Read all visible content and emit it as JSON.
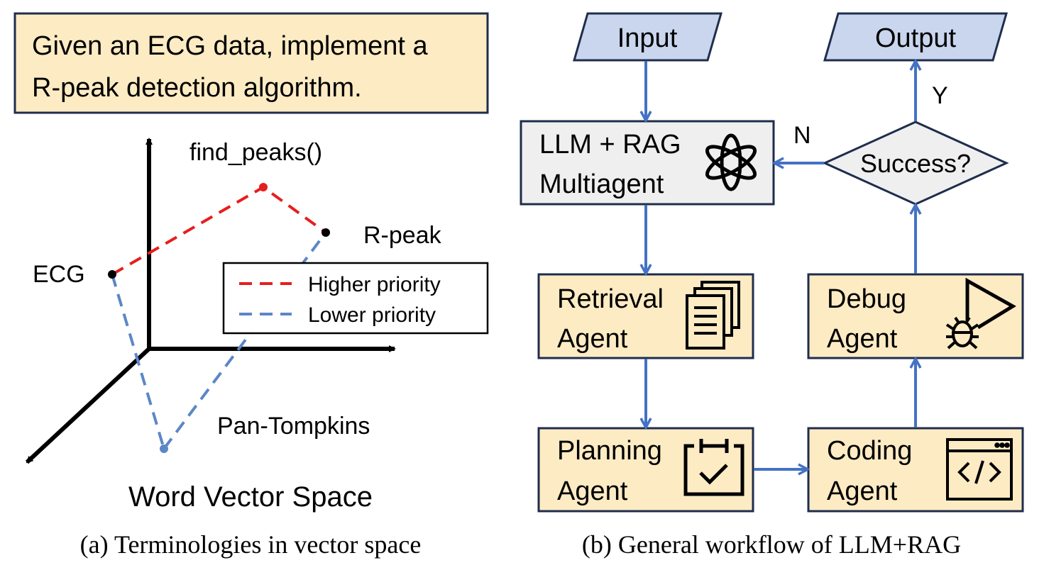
{
  "panel_a": {
    "task_text_line1": "Given an ECG data, implement a",
    "task_text_line2": "R-peak detection algorithm.",
    "points": {
      "find_peaks": "find_peaks()",
      "r_peak": "R-peak",
      "ecg": "ECG",
      "pan_tompkins": "Pan-Tompkins"
    },
    "legend": {
      "higher": "Higher priority",
      "lower": "Lower priority"
    },
    "space_title": "Word Vector Space",
    "caption": "(a)  Terminologies in vector space"
  },
  "panel_b": {
    "input": "Input",
    "output": "Output",
    "llm_line1": "LLM + RAG",
    "llm_line2": "Multiagent",
    "decision": "Success?",
    "yes": "Y",
    "no": "N",
    "retrieval_line1": "Retrieval",
    "retrieval_line2": "Agent",
    "debug_line1": "Debug",
    "debug_line2": "Agent",
    "planning_line1": "Planning",
    "planning_line2": "Agent",
    "coding_line1": "Coding",
    "coding_line2": "Agent",
    "caption": "(b)  General workflow of LLM+RAG"
  },
  "colors": {
    "box_fill": "#fdebc4",
    "box_stroke": "#1f2d4d",
    "io_fill": "#c9d6ee",
    "llm_fill": "#efefef",
    "arrow_blue": "#4472c4",
    "red_dash": "#e61e1e",
    "blue_dash": "#5b87c6"
  },
  "icons": [
    "openai-logo-icon",
    "documents-icon",
    "debug-play-icon",
    "bug-icon",
    "calendar-check-icon",
    "code-window-icon"
  ]
}
